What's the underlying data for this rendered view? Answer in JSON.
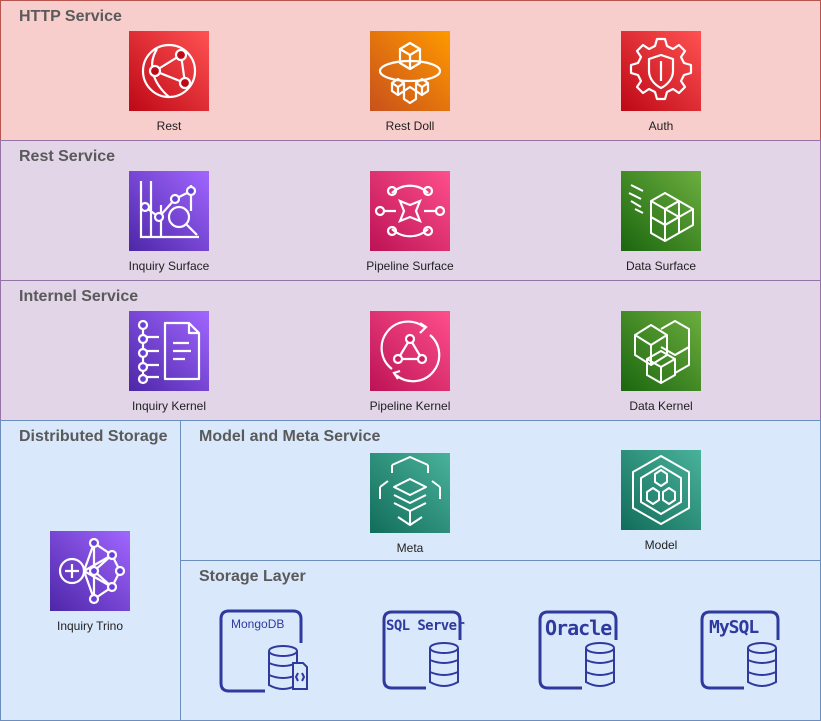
{
  "sections": {
    "http": {
      "title": "HTTP Service"
    },
    "rest": {
      "title": "Rest Service"
    },
    "internel": {
      "title": "Internel Service"
    },
    "distributed": {
      "title": "Distributed Storage"
    },
    "model_meta": {
      "title": "Model and Meta Service"
    },
    "storage": {
      "title": "Storage Layer"
    }
  },
  "nodes": {
    "rest": {
      "label": "Rest",
      "icon": "globe-network-icon"
    },
    "rest_doll": {
      "label": "Rest Doll",
      "icon": "cube-orbit-icon"
    },
    "auth": {
      "label": "Auth",
      "icon": "shield-gear-icon"
    },
    "inquiry_surface": {
      "label": "Inquiry Surface",
      "icon": "chart-magnifier-icon"
    },
    "pipeline_surface": {
      "label": "Pipeline Surface",
      "icon": "flow-hub-icon"
    },
    "data_surface": {
      "label": "Data Surface",
      "icon": "stacked-cubes-icon"
    },
    "inquiry_kernel": {
      "label": "Inquiry Kernel",
      "icon": "document-tree-icon"
    },
    "pipeline_kernel": {
      "label": "Pipeline Kernel",
      "icon": "cycle-triangle-icon"
    },
    "data_kernel": {
      "label": "Data Kernel",
      "icon": "cube-grid-icon"
    },
    "inquiry_trino": {
      "label": "Inquiry Trino",
      "icon": "neural-plus-icon"
    },
    "meta": {
      "label": "Meta",
      "icon": "layered-cube-icon"
    },
    "model": {
      "label": "Model",
      "icon": "hexagon-graph-icon"
    }
  },
  "databases": {
    "mongodb": {
      "label": "MongoDB"
    },
    "sqlserver": {
      "label": "SQL Server"
    },
    "oracle": {
      "label": "Oracle"
    },
    "mysql": {
      "label": "MySQL"
    }
  },
  "colors": {
    "http_bg": "#f8cecc",
    "http_border": "#b85450",
    "purple_bg": "#e1d5e7",
    "purple_border": "#9673a6",
    "blue_bg": "#dae8fc",
    "blue_border": "#6c8ebf",
    "red_tile": "#dd344c",
    "orange_tile": "#f58536",
    "pink_tile": "#e7157b",
    "purple_tile": "#8c4fff",
    "green_tile": "#3f8624",
    "teal_tile": "#1b9c85",
    "db_blue": "#2f3a9e"
  }
}
